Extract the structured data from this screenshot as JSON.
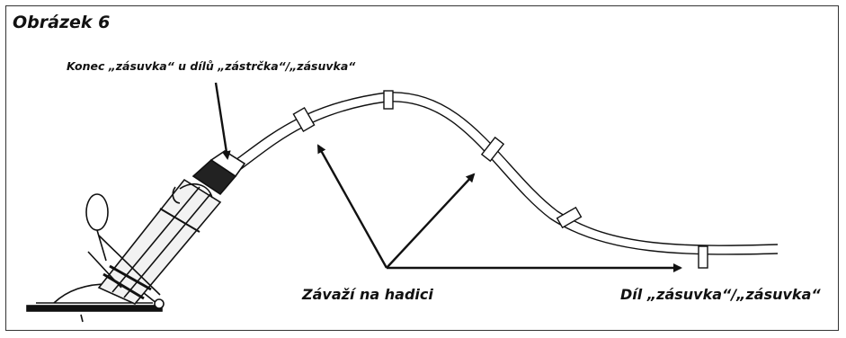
{
  "figure": {
    "title": "Obrázek 6",
    "label_top": "Konec „zásuvka“ u dílů „zástrčka“/„zásuvka“",
    "label_weights": "Závaží na hadici",
    "label_part": "Díl „zásuvka“/„zásuvka“"
  }
}
